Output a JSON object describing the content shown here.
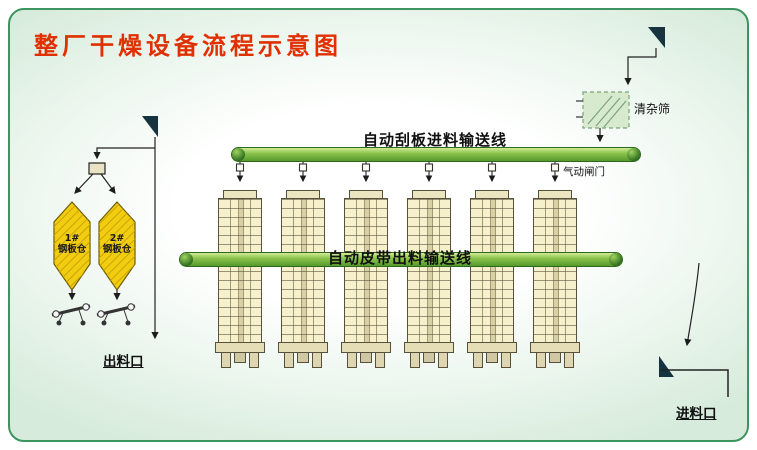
{
  "title": "整厂干燥设备流程示意图",
  "labels": {
    "top_conveyor": "自动刮板进料输送线",
    "middle_conveyor": "自动皮带出料输送线",
    "cleaner": "清杂筛",
    "pneumatic_gate": "气动闸门",
    "outlet": "出料口",
    "inlet": "进料口"
  },
  "silos": [
    {
      "id": "1#",
      "name": "钢板仓"
    },
    {
      "id": "2#",
      "name": "钢板仓"
    }
  ],
  "towers": {
    "count": 6
  },
  "colors": {
    "title_red": "#e03000",
    "panel_border_green": "#3d9460",
    "conveyor_green": "#6fae35",
    "silo_yellow": "#f2cd0f",
    "tower_cream": "#f7f0cd"
  }
}
